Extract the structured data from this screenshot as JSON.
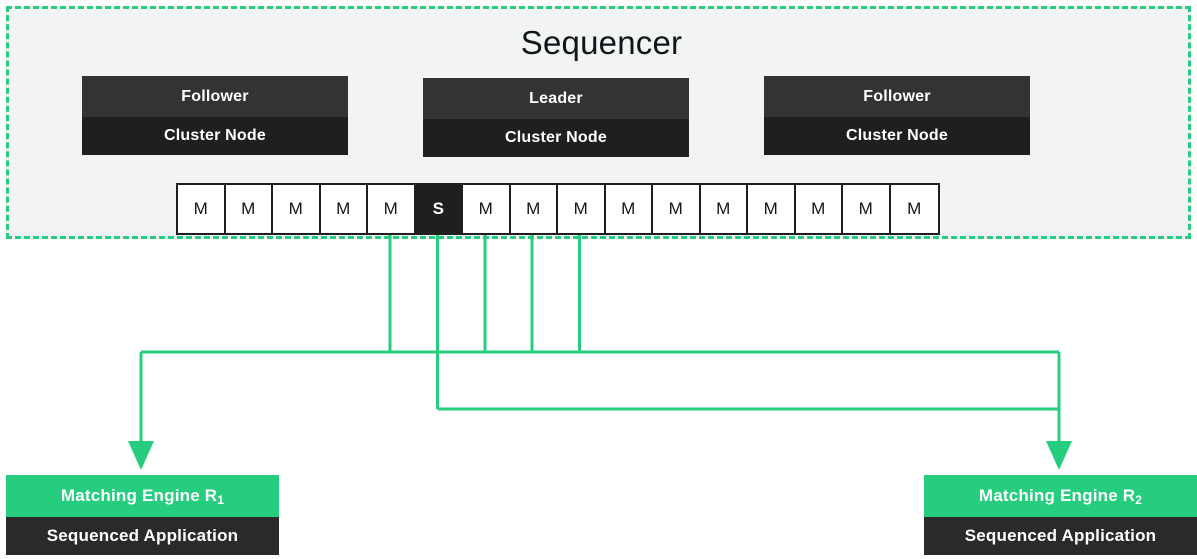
{
  "sequencer": {
    "title": "Sequencer",
    "border_color": "#27cd7f",
    "background": "#f2f3f3",
    "nodes": [
      {
        "role": "Follower",
        "kind": "Cluster Node"
      },
      {
        "role": "Leader",
        "kind": "Cluster Node"
      },
      {
        "role": "Follower",
        "kind": "Cluster Node"
      }
    ],
    "message_strip": {
      "cells": [
        {
          "label": "M",
          "type": "message"
        },
        {
          "label": "M",
          "type": "message"
        },
        {
          "label": "M",
          "type": "message"
        },
        {
          "label": "M",
          "type": "message"
        },
        {
          "label": "M",
          "type": "message"
        },
        {
          "label": "S",
          "type": "sequenced"
        },
        {
          "label": "M",
          "type": "message"
        },
        {
          "label": "M",
          "type": "message"
        },
        {
          "label": "M",
          "type": "message"
        },
        {
          "label": "M",
          "type": "message"
        },
        {
          "label": "M",
          "type": "message"
        },
        {
          "label": "M",
          "type": "message"
        },
        {
          "label": "M",
          "type": "message"
        },
        {
          "label": "M",
          "type": "message"
        },
        {
          "label": "M",
          "type": "message"
        },
        {
          "label": "M",
          "type": "message"
        }
      ],
      "message_count": 15,
      "sequenced_count": 1,
      "total_cells": 16
    }
  },
  "engines": [
    {
      "id": "r1",
      "title": "Matching Engine R",
      "subscript": "1",
      "kind": "Sequenced Application",
      "accent": "#27cd7f"
    },
    {
      "id": "r2",
      "title": "Matching Engine R",
      "subscript": "2",
      "kind": "Sequenced Application",
      "accent": "#27cd7f"
    }
  ],
  "colors": {
    "accent_green": "#27cd7f",
    "panel_bg": "#f2f3f3",
    "node_role_bg": "#333333",
    "node_kind_bg": "#1f1f1f",
    "engine_kind_bg": "#2a2a2a",
    "page_bg": "#ffffff",
    "text_dark": "#111418",
    "text_light": "#ffffff"
  }
}
